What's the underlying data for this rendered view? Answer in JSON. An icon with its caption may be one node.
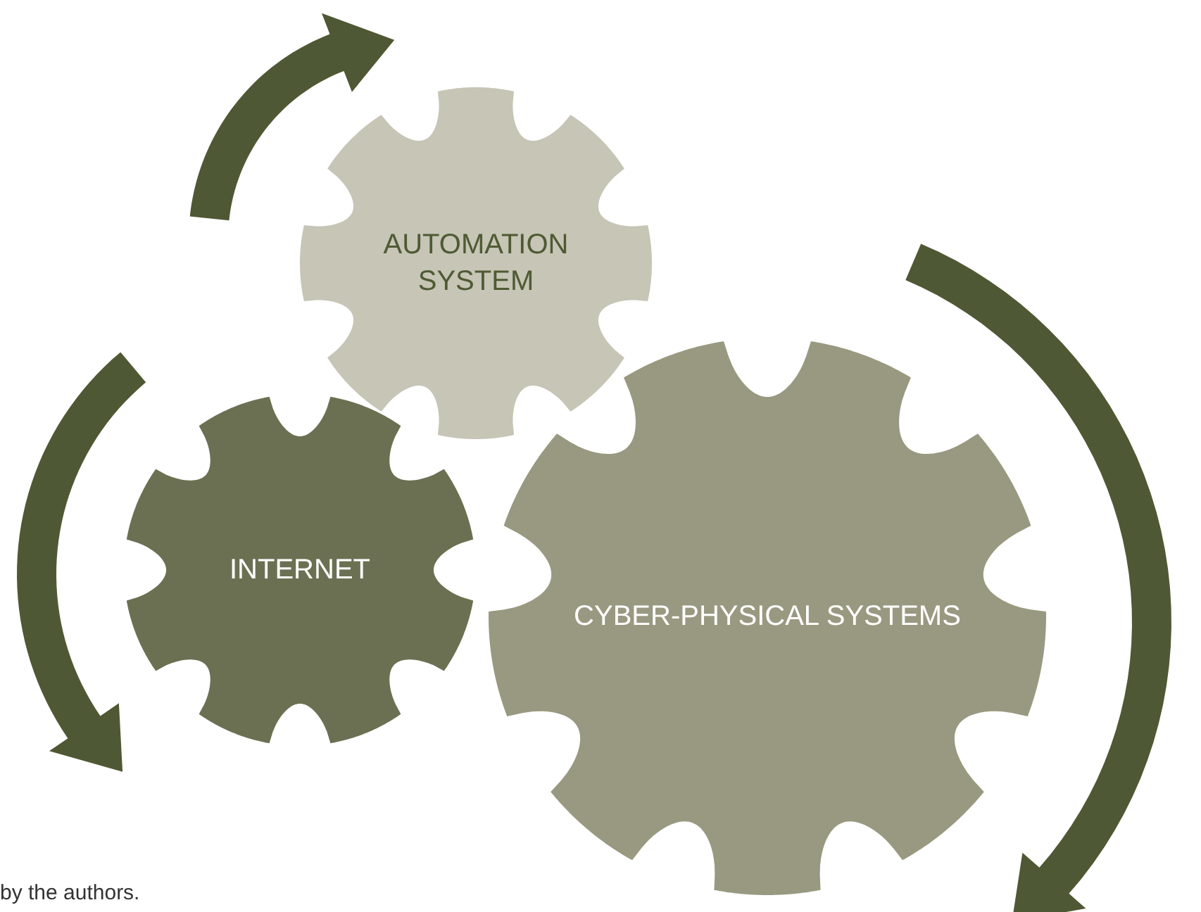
{
  "diagram": {
    "nodes": [
      {
        "text": [
          "AUTOMATION SYSTEM"
        ]
      },
      {
        "text": [
          "INTERNET"
        ]
      },
      {
        "text": [
          "CYBER-PHYSICAL SYSTEMS"
        ]
      }
    ],
    "labels": [
      "by the authors."
    ]
  }
}
